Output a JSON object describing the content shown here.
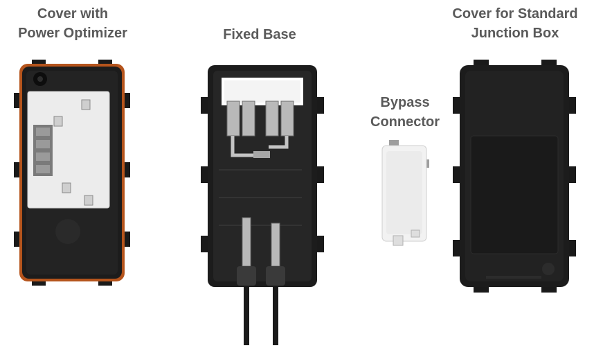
{
  "labels": {
    "cover_optimizer": {
      "line1": "Cover with",
      "line2": "Power Optimizer"
    },
    "fixed_base": {
      "line1": "Fixed Base"
    },
    "bypass": {
      "line1": "Bypass",
      "line2": "Connector"
    },
    "cover_standard": {
      "line1": "Cover for Standard",
      "line2": "Junction Box"
    }
  },
  "colors": {
    "label_text": "#5a5a5a",
    "housing_black": "#1c1c1c",
    "gasket_orange": "#b5541c",
    "optimizer_white": "#ececec",
    "metal_silver": "#b9b9b9"
  }
}
